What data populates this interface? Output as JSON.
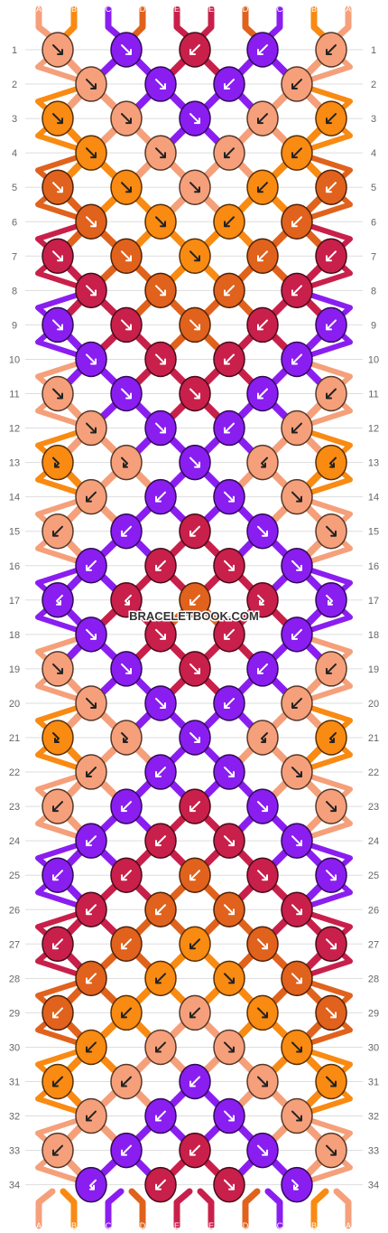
{
  "watermark": "BRACELETBOOK.COM",
  "colors": {
    "A": "#f5a07a",
    "B": "#f98a12",
    "C": "#8a1ef0",
    "D": "#e0621c",
    "E": "#c8204a"
  },
  "top_labels": [
    "A",
    "B",
    "C",
    "D",
    "E",
    "E",
    "D",
    "C",
    "B",
    "A"
  ],
  "bottom_labels": [
    "A",
    "B",
    "C",
    "D",
    "E",
    "E",
    "D",
    "C",
    "B",
    "A"
  ],
  "rows": [
    {
      "num": "1",
      "knots": [
        [
          "A",
          "dr"
        ],
        [
          "C",
          "dr"
        ],
        [
          "E",
          "dl"
        ],
        [
          "C",
          "dl"
        ],
        [
          "A",
          "dl"
        ]
      ]
    },
    {
      "num": "2",
      "knots": [
        [
          "A",
          "dr"
        ],
        [
          "C",
          "dr"
        ],
        [
          "C",
          "dl"
        ],
        [
          "A",
          "dl"
        ]
      ]
    },
    {
      "num": "3",
      "knots": [
        [
          "B",
          "dr"
        ],
        [
          "A",
          "dr"
        ],
        [
          "C",
          "dr"
        ],
        [
          "A",
          "dl"
        ],
        [
          "B",
          "dl"
        ]
      ]
    },
    {
      "num": "4",
      "knots": [
        [
          "B",
          "dr"
        ],
        [
          "A",
          "dr"
        ],
        [
          "A",
          "dl"
        ],
        [
          "B",
          "dl"
        ]
      ]
    },
    {
      "num": "5",
      "knots": [
        [
          "D",
          "dr"
        ],
        [
          "B",
          "dr"
        ],
        [
          "A",
          "dr"
        ],
        [
          "B",
          "dl"
        ],
        [
          "D",
          "dl"
        ]
      ]
    },
    {
      "num": "6",
      "knots": [
        [
          "D",
          "dr"
        ],
        [
          "B",
          "dr"
        ],
        [
          "B",
          "dl"
        ],
        [
          "D",
          "dl"
        ]
      ]
    },
    {
      "num": "7",
      "knots": [
        [
          "E",
          "dr"
        ],
        [
          "D",
          "dr"
        ],
        [
          "B",
          "dr"
        ],
        [
          "D",
          "dl"
        ],
        [
          "E",
          "dl"
        ]
      ]
    },
    {
      "num": "8",
      "knots": [
        [
          "E",
          "dr"
        ],
        [
          "D",
          "dr"
        ],
        [
          "D",
          "dl"
        ],
        [
          "E",
          "dl"
        ]
      ]
    },
    {
      "num": "9",
      "knots": [
        [
          "C",
          "dr"
        ],
        [
          "E",
          "dr"
        ],
        [
          "D",
          "dr"
        ],
        [
          "E",
          "dl"
        ],
        [
          "C",
          "dl"
        ]
      ]
    },
    {
      "num": "10",
      "knots": [
        [
          "C",
          "dr"
        ],
        [
          "E",
          "dr"
        ],
        [
          "E",
          "dl"
        ],
        [
          "C",
          "dl"
        ]
      ]
    },
    {
      "num": "11",
      "knots": [
        [
          "A",
          "dr"
        ],
        [
          "C",
          "dr"
        ],
        [
          "E",
          "dr"
        ],
        [
          "C",
          "dl"
        ],
        [
          "A",
          "dl"
        ]
      ]
    },
    {
      "num": "12",
      "knots": [
        [
          "A",
          "dr"
        ],
        [
          "C",
          "dr"
        ],
        [
          "C",
          "dl"
        ],
        [
          "A",
          "dl"
        ]
      ]
    },
    {
      "num": "13",
      "knots": [
        [
          "B",
          "frl"
        ],
        [
          "A",
          "frl"
        ],
        [
          "C",
          "dr"
        ],
        [
          "A",
          "flr"
        ],
        [
          "B",
          "flr"
        ]
      ]
    },
    {
      "num": "14",
      "knots": [
        [
          "A",
          "dl"
        ],
        [
          "C",
          "dl"
        ],
        [
          "C",
          "dr"
        ],
        [
          "A",
          "dr"
        ]
      ]
    },
    {
      "num": "15",
      "knots": [
        [
          "A",
          "dl"
        ],
        [
          "C",
          "dl"
        ],
        [
          "E",
          "dl"
        ],
        [
          "C",
          "dr"
        ],
        [
          "A",
          "dr"
        ]
      ]
    },
    {
      "num": "16",
      "knots": [
        [
          "C",
          "dl"
        ],
        [
          "E",
          "dl"
        ],
        [
          "E",
          "dr"
        ],
        [
          "C",
          "dr"
        ]
      ]
    },
    {
      "num": "17",
      "knots": [
        [
          "C",
          "flr"
        ],
        [
          "E",
          "flr"
        ],
        [
          "D",
          "dl"
        ],
        [
          "E",
          "frl"
        ],
        [
          "C",
          "frl"
        ]
      ]
    },
    {
      "num": "18",
      "knots": [
        [
          "C",
          "dr"
        ],
        [
          "E",
          "dr"
        ],
        [
          "E",
          "dl"
        ],
        [
          "C",
          "dl"
        ]
      ]
    },
    {
      "num": "19",
      "knots": [
        [
          "A",
          "dr"
        ],
        [
          "C",
          "dr"
        ],
        [
          "E",
          "dr"
        ],
        [
          "C",
          "dl"
        ],
        [
          "A",
          "dl"
        ]
      ]
    },
    {
      "num": "20",
      "knots": [
        [
          "A",
          "dr"
        ],
        [
          "C",
          "dr"
        ],
        [
          "C",
          "dl"
        ],
        [
          "A",
          "dl"
        ]
      ]
    },
    {
      "num": "21",
      "knots": [
        [
          "B",
          "frl"
        ],
        [
          "A",
          "frl"
        ],
        [
          "C",
          "dr"
        ],
        [
          "A",
          "flr"
        ],
        [
          "B",
          "flr"
        ]
      ]
    },
    {
      "num": "22",
      "knots": [
        [
          "A",
          "dl"
        ],
        [
          "C",
          "dl"
        ],
        [
          "C",
          "dr"
        ],
        [
          "A",
          "dr"
        ]
      ]
    },
    {
      "num": "23",
      "knots": [
        [
          "A",
          "dl"
        ],
        [
          "C",
          "dl"
        ],
        [
          "E",
          "dl"
        ],
        [
          "C",
          "dr"
        ],
        [
          "A",
          "dr"
        ]
      ]
    },
    {
      "num": "24",
      "knots": [
        [
          "C",
          "dl"
        ],
        [
          "E",
          "dl"
        ],
        [
          "E",
          "dr"
        ],
        [
          "C",
          "dr"
        ]
      ]
    },
    {
      "num": "25",
      "knots": [
        [
          "C",
          "dl"
        ],
        [
          "E",
          "dl"
        ],
        [
          "D",
          "dl"
        ],
        [
          "E",
          "dr"
        ],
        [
          "C",
          "dr"
        ]
      ]
    },
    {
      "num": "26",
      "knots": [
        [
          "E",
          "dl"
        ],
        [
          "D",
          "dl"
        ],
        [
          "D",
          "dr"
        ],
        [
          "E",
          "dr"
        ]
      ]
    },
    {
      "num": "27",
      "knots": [
        [
          "E",
          "dl"
        ],
        [
          "D",
          "dl"
        ],
        [
          "B",
          "dl"
        ],
        [
          "D",
          "dr"
        ],
        [
          "E",
          "dr"
        ]
      ]
    },
    {
      "num": "28",
      "knots": [
        [
          "D",
          "dl"
        ],
        [
          "B",
          "dl"
        ],
        [
          "B",
          "dr"
        ],
        [
          "D",
          "dr"
        ]
      ]
    },
    {
      "num": "29",
      "knots": [
        [
          "D",
          "dl"
        ],
        [
          "B",
          "dl"
        ],
        [
          "A",
          "dl"
        ],
        [
          "B",
          "dr"
        ],
        [
          "D",
          "dr"
        ]
      ]
    },
    {
      "num": "30",
      "knots": [
        [
          "B",
          "dl"
        ],
        [
          "A",
          "dl"
        ],
        [
          "A",
          "dr"
        ],
        [
          "B",
          "dr"
        ]
      ]
    },
    {
      "num": "31",
      "knots": [
        [
          "B",
          "dl"
        ],
        [
          "A",
          "dl"
        ],
        [
          "C",
          "dl"
        ],
        [
          "A",
          "dr"
        ],
        [
          "B",
          "dr"
        ]
      ]
    },
    {
      "num": "32",
      "knots": [
        [
          "A",
          "dl"
        ],
        [
          "C",
          "dl"
        ],
        [
          "C",
          "dr"
        ],
        [
          "A",
          "dr"
        ]
      ]
    },
    {
      "num": "33",
      "knots": [
        [
          "A",
          "dl"
        ],
        [
          "C",
          "dl"
        ],
        [
          "E",
          "dl"
        ],
        [
          "C",
          "dr"
        ],
        [
          "A",
          "dr"
        ]
      ]
    },
    {
      "num": "34",
      "knots": [
        [
          "C",
          "flr"
        ],
        [
          "E",
          "dl"
        ],
        [
          "E",
          "dr"
        ],
        [
          "C",
          "frl"
        ]
      ]
    }
  ]
}
